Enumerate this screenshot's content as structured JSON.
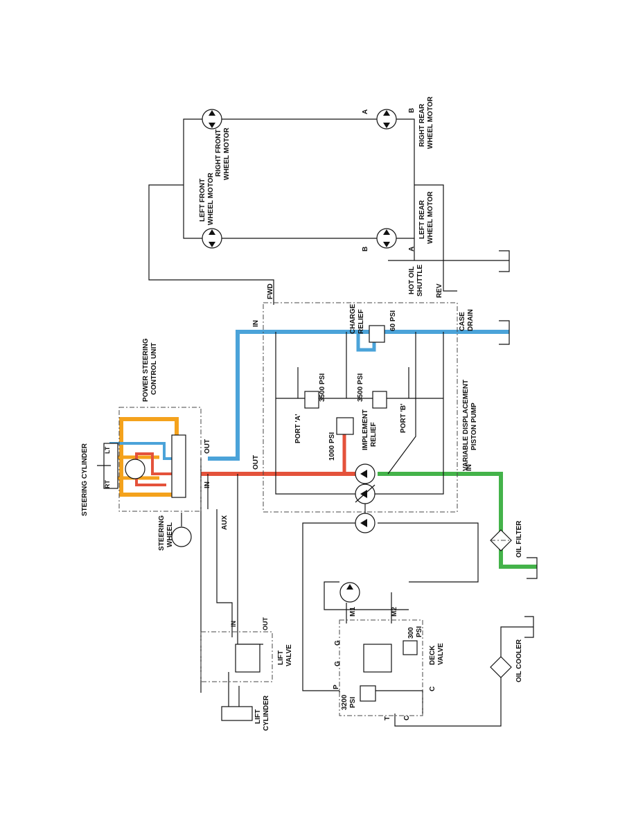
{
  "colors": {
    "pressure": "#e4523b",
    "suction": "#4ba3d9",
    "charge_green": "#44b34a",
    "steering_orange": "#f4a21c",
    "outline": "#111111"
  },
  "labels": {
    "steering_cylinder": "STEERING CYLINDER",
    "power_steering_line1": "POWER STEERING",
    "power_steering_line2": "CONTROL UNIT",
    "steering_wheel_line1": "STEERING",
    "steering_wheel_line2": "WHEEL",
    "lt": "LT",
    "rt": "RT",
    "out_psu": "OUT",
    "in_psu": "IN",
    "aux": "AUX",
    "lift_in": "IN",
    "lift_out": "OUT",
    "lift_valve_line1": "LIFT",
    "lift_valve_line2": "VALVE",
    "lift_cyl_line1": "LIFT",
    "lift_cyl_line2": "CYLINDER",
    "pump_in_top": "IN",
    "pump_out": "OUT",
    "fwd": "FWD",
    "port_a": "PORT 'A'",
    "port_b": "PORT 'B'",
    "psi_3500_a": "3500 PSI",
    "psi_3500_b": "3500 PSI",
    "psi_1000": "1000 PSI",
    "implement_relief_line1": "IMPLEMENT",
    "implement_relief_line2": "RELIEF",
    "charge_relief_line1": "CHARGE",
    "charge_relief_line2": "RELIEF",
    "psi_60": "60 PSI",
    "vdp_line1": "VARIABLE DISPLACEMENT",
    "vdp_line2": "PISTON PUMP",
    "pump_in_bottom": "IN",
    "case_drain_line1": "CASE",
    "case_drain_line2": "DRAIN",
    "rev": "REV",
    "hot_oil_line1": "HOT OIL",
    "hot_oil_line2": "SHUTTLE",
    "oil_filter": "OIL FILTER",
    "oil_cooler": "OIL COOLER",
    "deck_valve_line1": "DECK",
    "deck_valve_line2": "VALVE",
    "m1": "M1",
    "m2": "M2",
    "g1": "G",
    "g2": "G",
    "p": "P",
    "t": "T",
    "c1": "C",
    "c2": "C",
    "psi_300": "300",
    "psi_300_unit": "PSI",
    "psi_3200": "3200",
    "psi_3200_unit": "PSI",
    "left_front_line1": "LEFT FRONT",
    "left_front_line2": "WHEEL MOTOR",
    "right_front_line1": "RIGHT FRONT",
    "right_front_line2": "WHEEL MOTOR",
    "left_rear_line1": "LEFT REAR",
    "left_rear_line2": "WHEEL MOTOR",
    "right_rear_line1": "RIGHT REAR",
    "right_rear_line2": "WHEEL MOTOR",
    "rr_a": "A",
    "rr_b": "B",
    "lr_b": "B",
    "lr_a": "A"
  }
}
